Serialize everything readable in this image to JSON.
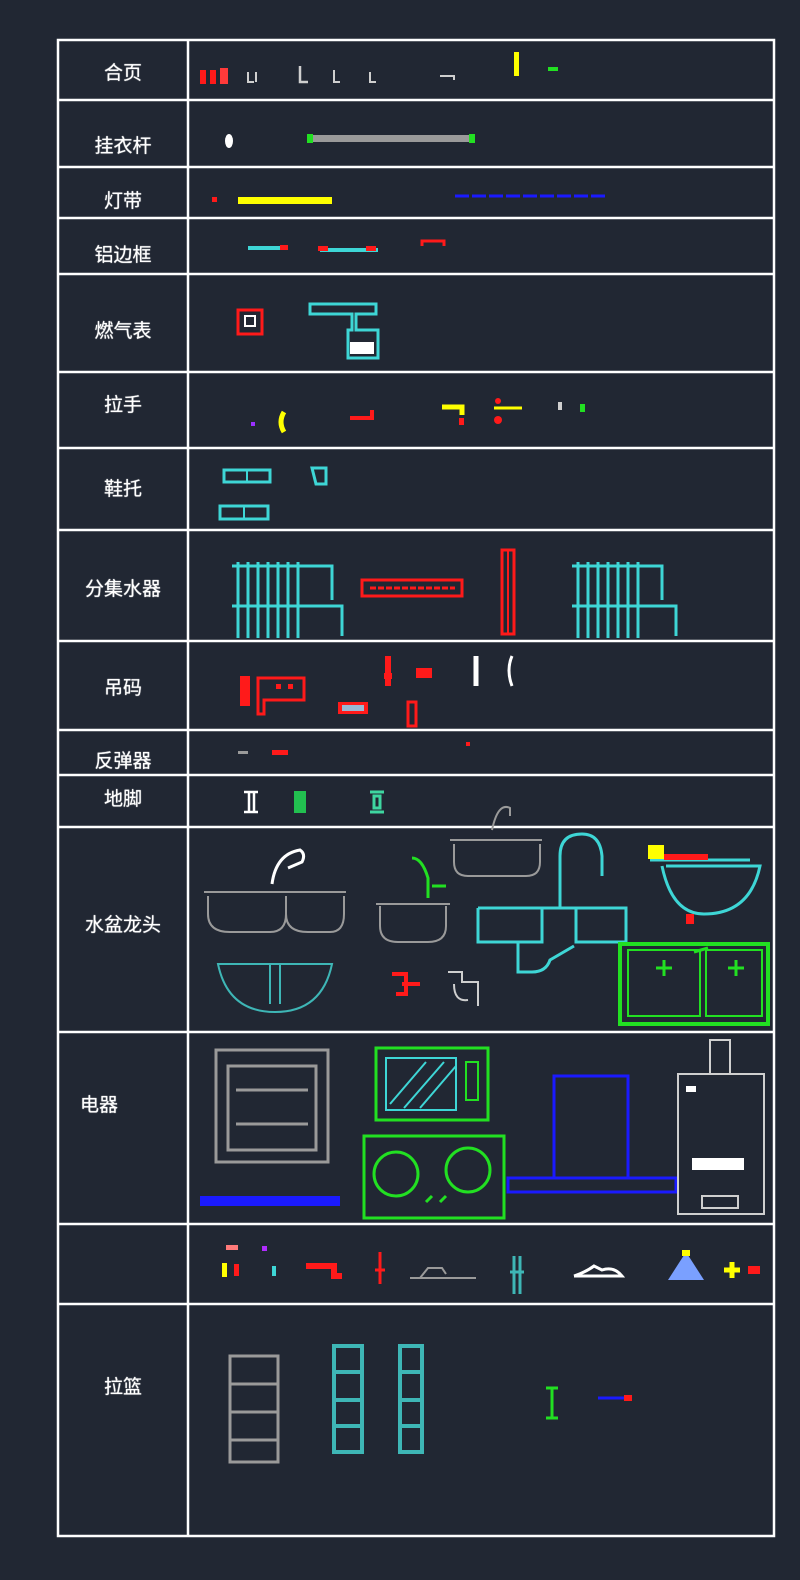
{
  "title": "",
  "colors": {
    "background": "#212733",
    "grid": "#ffffff",
    "red": "#ff1a1a",
    "cyan": "#3ed6d6",
    "yellow": "#ffff00",
    "green": "#22e022",
    "blue": "#1a1aff",
    "white": "#ffffff",
    "gray": "#9a9a9a"
  },
  "rows": [
    {
      "label": "合页",
      "content": "hinge-symbols"
    },
    {
      "label": "挂衣杆",
      "content": "clothes-rod-symbols"
    },
    {
      "label": "灯带",
      "content": "light-strip-symbols"
    },
    {
      "label": "铝边框",
      "content": "aluminum-frame-symbols"
    },
    {
      "label": "燃气表",
      "content": "gas-meter-symbols"
    },
    {
      "label": "拉手",
      "content": "handle-symbols"
    },
    {
      "label": "鞋托",
      "content": "shoe-rack-symbols"
    },
    {
      "label": "分集水器",
      "content": "water-manifold-symbols"
    },
    {
      "label": "吊码",
      "content": "hanger-bracket-symbols"
    },
    {
      "label": "反弹器",
      "content": "rebounder-symbols"
    },
    {
      "label": "地脚",
      "content": "leveling-foot-symbols"
    },
    {
      "label": "水盆龙头",
      "content": "sink-faucet-symbols"
    },
    {
      "label": "电器",
      "content": "appliance-symbols"
    },
    {
      "label": "",
      "content": "misc-hardware-symbols"
    },
    {
      "label": "拉篮",
      "content": "pull-basket-symbols"
    }
  ]
}
